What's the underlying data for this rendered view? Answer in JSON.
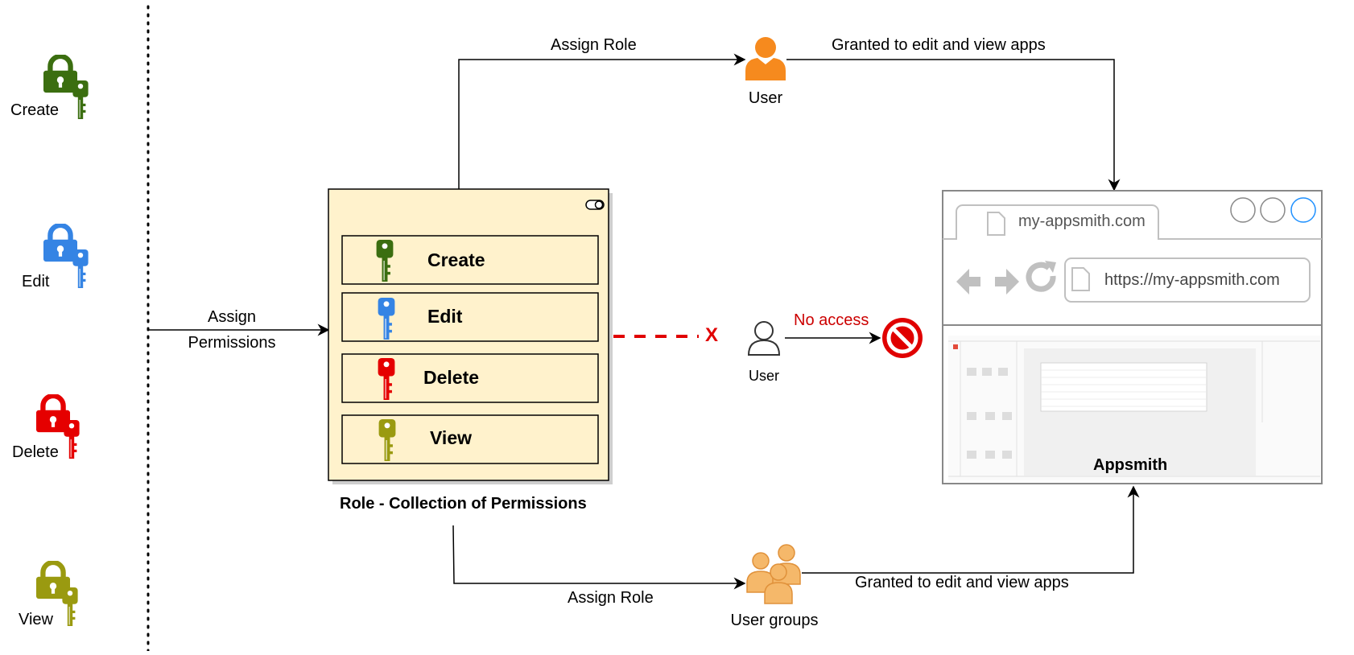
{
  "permissions": [
    {
      "label": "Create",
      "color": "#3b6e10"
    },
    {
      "label": "Edit",
      "color": "#3584e4"
    },
    {
      "label": "Delete",
      "color": "#e50000"
    },
    {
      "label": "View",
      "color": "#9a9a10"
    }
  ],
  "assign_permissions": {
    "line1": "Assign",
    "line2": "Permissions"
  },
  "role": {
    "items": [
      "Create",
      "Edit",
      "Delete",
      "View"
    ],
    "caption": "Role - Collection of Permissions",
    "fill": "#fff2cc"
  },
  "top_flow": {
    "assign_role": "Assign Role",
    "user_label": "User",
    "granted": "Granted to edit and view apps",
    "user_color": "#f68a1e"
  },
  "middle_flow": {
    "marker": "X",
    "no_access": "No access",
    "user_label": "User",
    "deny_color": "#e00000"
  },
  "bottom_flow": {
    "assign_role": "Assign Role",
    "groups_label": "User groups",
    "granted": "Granted to edit and view apps",
    "groups_color": "#f5b86a"
  },
  "browser": {
    "tab_title": "my-appsmith.com",
    "url": "https://my-appsmith.com",
    "app_caption": "Appsmith"
  }
}
